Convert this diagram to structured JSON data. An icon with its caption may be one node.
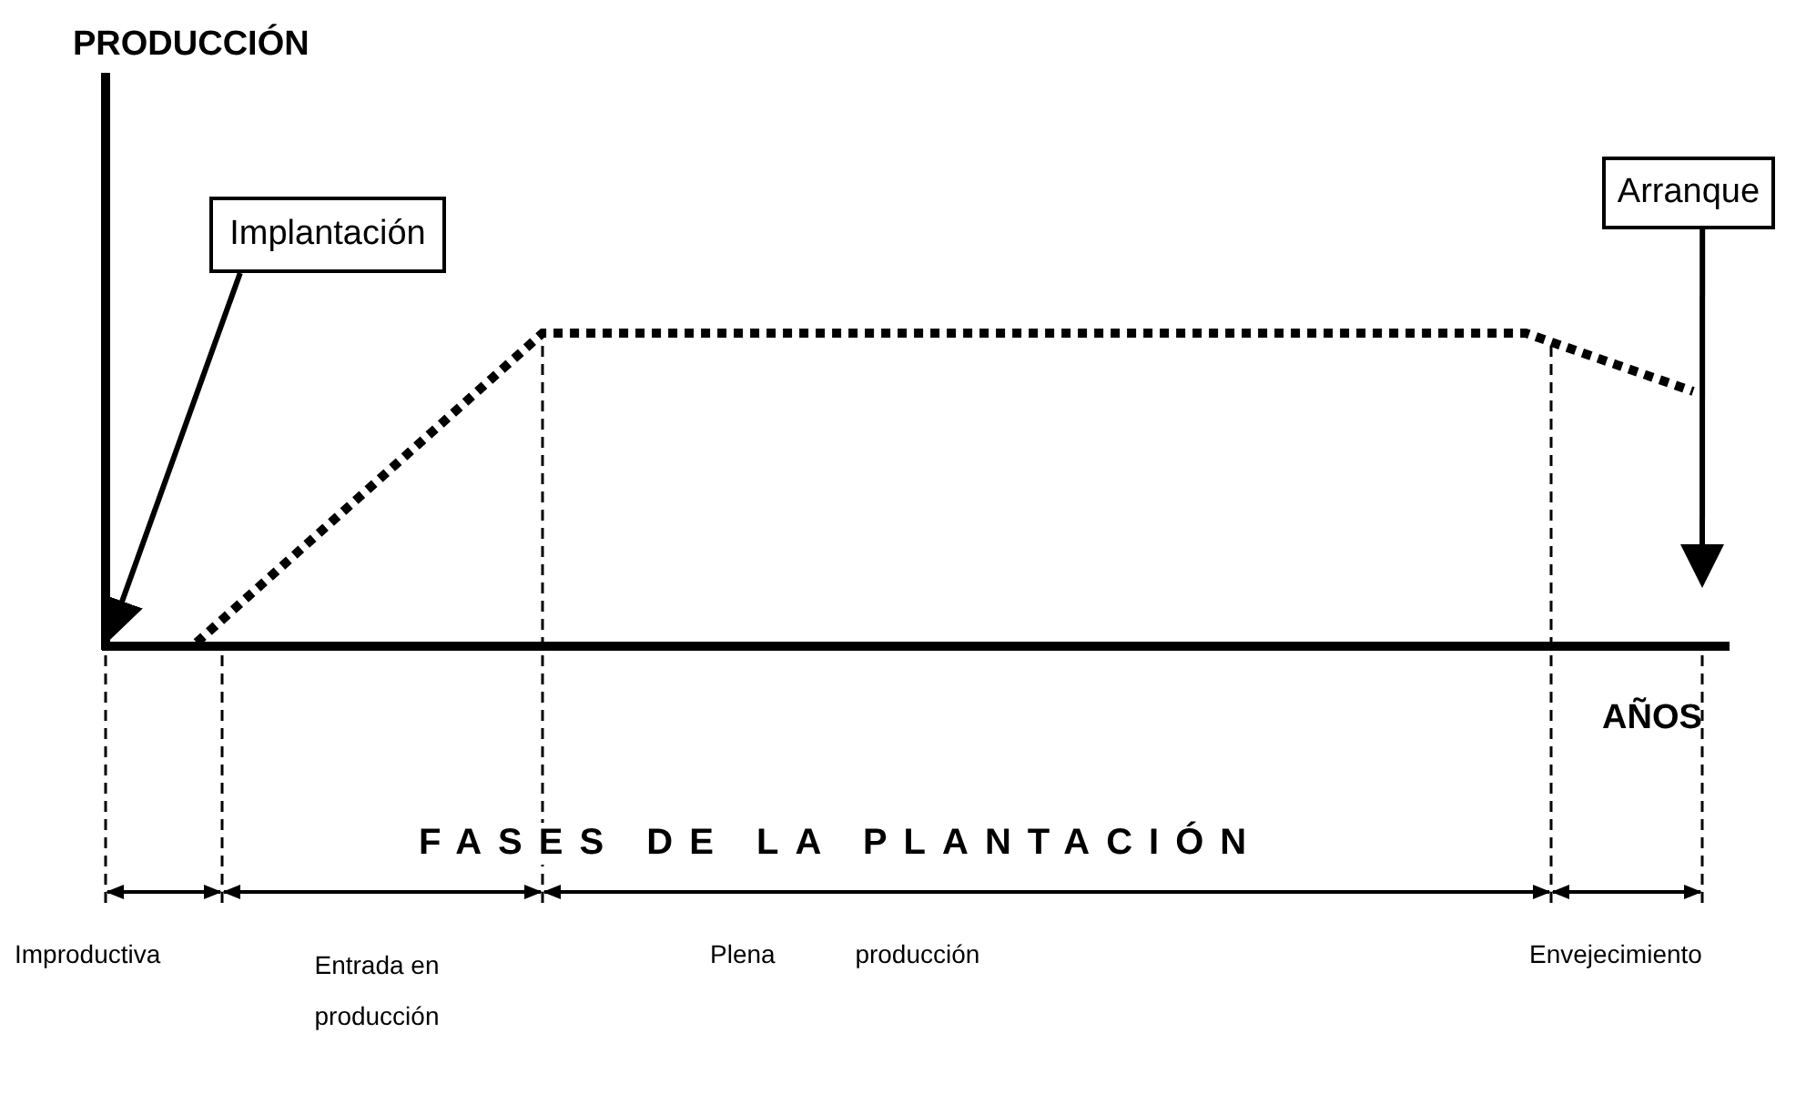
{
  "diagram": {
    "nodes": [
      {
        "text": [
          "Implantación"
        ]
      },
      {
        "text": [
          "Arranque"
        ]
      }
    ],
    "edges": [
      {
        "from": 0,
        "to": null,
        "arrow": "to"
      },
      {
        "from": 1,
        "to": null,
        "arrow": "to"
      }
    ],
    "labels": [
      "PRODUCCIÓN",
      "AÑOS",
      "FASES DE LA PLANTACIÓN",
      "Improductiva",
      "Entrada en producción",
      "Plena producción",
      "Envejecimiento"
    ]
  }
}
